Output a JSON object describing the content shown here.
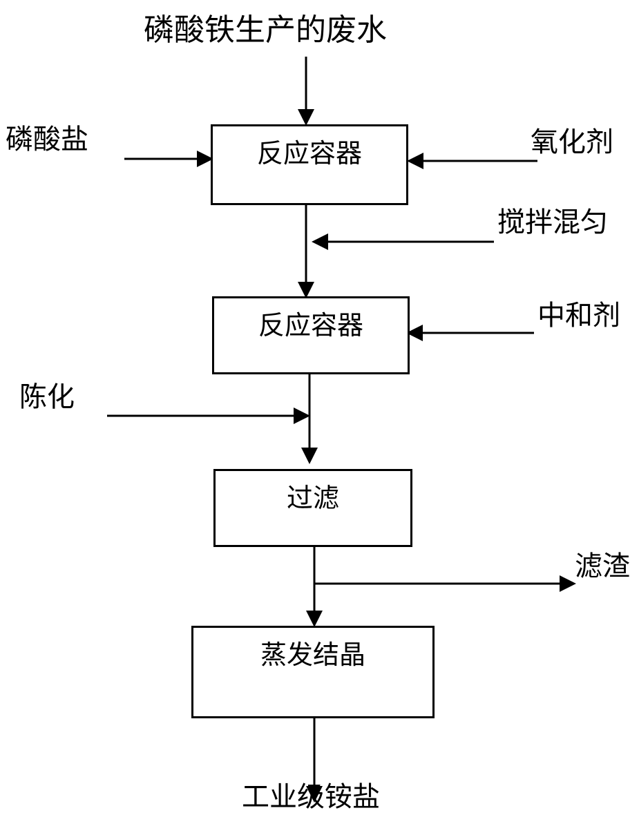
{
  "diagram": {
    "title": "磷酸铁生产的废水",
    "boxes": [
      {
        "id": "reactor1",
        "label": "反应容器"
      },
      {
        "id": "reactor2",
        "label": "反应容器"
      },
      {
        "id": "filter",
        "label": "过滤"
      },
      {
        "id": "evaporation",
        "label": "蒸发结晶"
      }
    ],
    "inputs": {
      "phosphate": "磷酸盐",
      "oxidant": "氧化剂",
      "stir": "搅拌混匀",
      "neutralizer": "中和剂",
      "aging": "陈化"
    },
    "outputs": {
      "residue": "滤渣",
      "product": "工业级铵盐"
    }
  }
}
